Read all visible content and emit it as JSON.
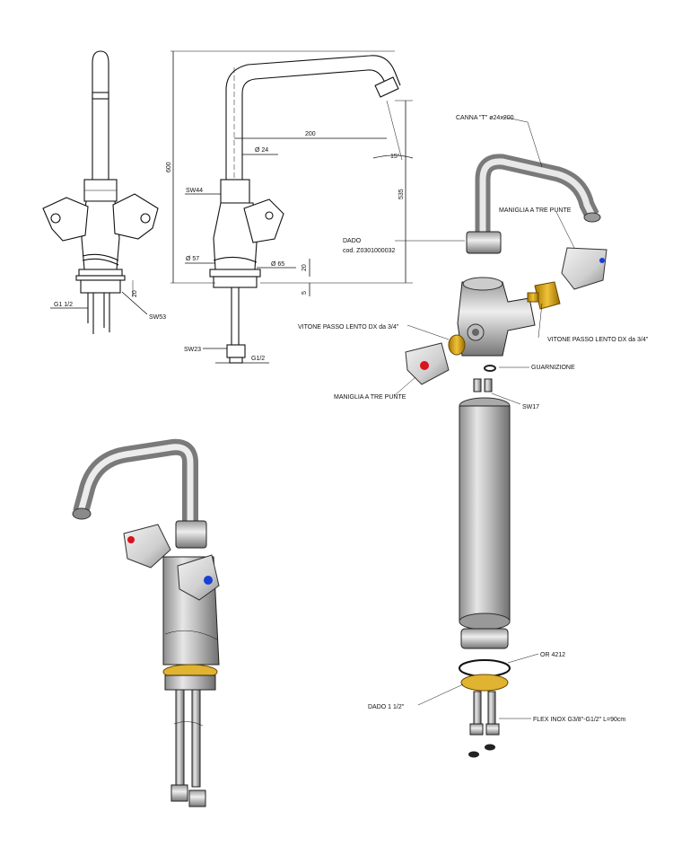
{
  "dimensions": {
    "height_total": "600",
    "height_535": "535",
    "reach": "200",
    "dia_24": "Ø 24",
    "angle": "15°",
    "sw44": "SW44",
    "dia_57": "Ø 57",
    "dia_65": "Ø 65",
    "d20": "20",
    "d5": "5",
    "d20b": "20",
    "g112": "G1 1/2",
    "sw53": "SW53",
    "sw23": "SW23",
    "g12": "G1/2"
  },
  "callouts": {
    "canna": "CANNA \"T\" ø24x200",
    "maniglia_right": "MANIGLIA A TRE PUNTE",
    "dado": "DADO",
    "dado_code": "cod. Z0301000032",
    "vitone_left": "VITONE PASSO LENTO DX da 3/4\"",
    "vitone_right": "VITONE PASSO LENTO DX da 3/4\"",
    "guarnizione": "GUARNIZIONE",
    "maniglia_left": "MANIGLIA A TRE PUNTE",
    "sw17": "SW17",
    "or": "OR 4212",
    "dado_112": "DADO 1 1/2\"",
    "flex": "FLEX INOX G3/8\"-G1/2\" L=90cm"
  },
  "colors": {
    "hot": "#d8141c",
    "cold": "#1a3fd6",
    "brass": "#d8a418"
  }
}
